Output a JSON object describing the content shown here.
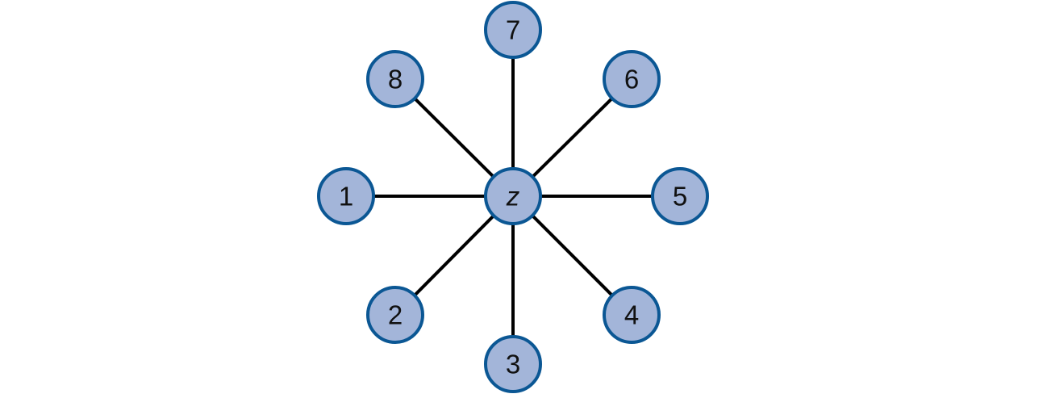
{
  "diagram": {
    "type": "star-graph",
    "colors": {
      "node_fill": "#a3b5d9",
      "node_stroke": "#0b5794",
      "edge": "#000000",
      "text": "#111111"
    },
    "center": {
      "label": "z",
      "italic": true
    },
    "nodes": [
      {
        "label": "1",
        "direction": "left"
      },
      {
        "label": "2",
        "direction": "bottom-left"
      },
      {
        "label": "3",
        "direction": "bottom"
      },
      {
        "label": "4",
        "direction": "bottom-right"
      },
      {
        "label": "5",
        "direction": "right"
      },
      {
        "label": "6",
        "direction": "top-right"
      },
      {
        "label": "7",
        "direction": "top"
      },
      {
        "label": "8",
        "direction": "top-left"
      }
    ],
    "edges": [
      [
        "z",
        "1"
      ],
      [
        "z",
        "2"
      ],
      [
        "z",
        "3"
      ],
      [
        "z",
        "4"
      ],
      [
        "z",
        "5"
      ],
      [
        "z",
        "6"
      ],
      [
        "z",
        "7"
      ],
      [
        "z",
        "8"
      ]
    ]
  }
}
